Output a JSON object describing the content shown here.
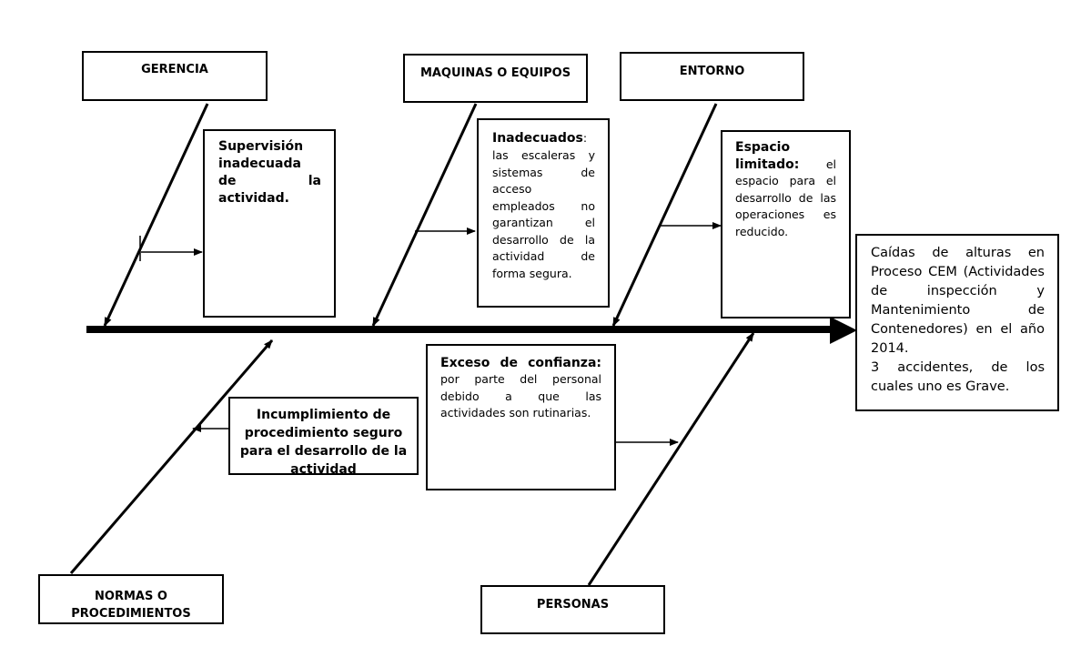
{
  "categories": {
    "gerencia": "GERENCIA",
    "maquinas": "MAQUINAS O EQUIPOS",
    "entorno": "ENTORNO",
    "normas_line1": "NORMAS O",
    "normas_line2": "PROCEDIMIENTOS",
    "personas": "PERSONAS"
  },
  "causes": {
    "gerencia_title": "Supervisión inadecuada de la actividad.",
    "maquinas_title": "Inadecuados",
    "maquinas_colon": ":",
    "maquinas_text": "las escaleras y sistemas de acceso empleados no garantizan el desarrollo de la actividad de forma segura.",
    "entorno_title": "Espacio limitado:",
    "entorno_text": "el espacio para el desarrollo de las operaciones es reducido.",
    "normas_title": "Incumplimiento de procedimiento seguro para el desarrollo de la actividad",
    "personas_title": "Exceso de confianza:",
    "personas_text": "por parte del personal debido a que las actividades son rutinarias."
  },
  "effect": {
    "line1": "Caídas de alturas en Proceso CEM (Actividades de inspección y Mantenimiento de Contenedores) en el año 2014.",
    "line2": "3 accidentes, de los cuales uno es Grave."
  }
}
